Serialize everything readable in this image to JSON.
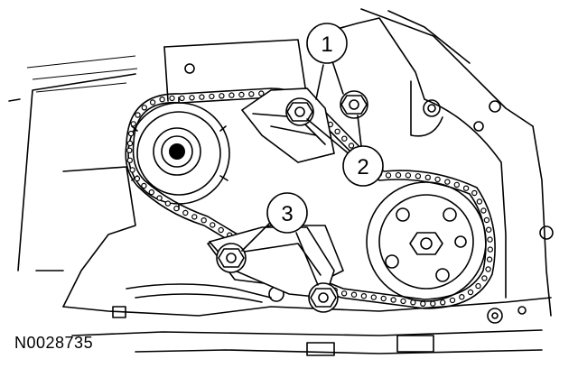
{
  "figure": {
    "id": "N0028735",
    "callouts": [
      {
        "label": "1"
      },
      {
        "label": "2"
      },
      {
        "label": "3"
      }
    ]
  }
}
